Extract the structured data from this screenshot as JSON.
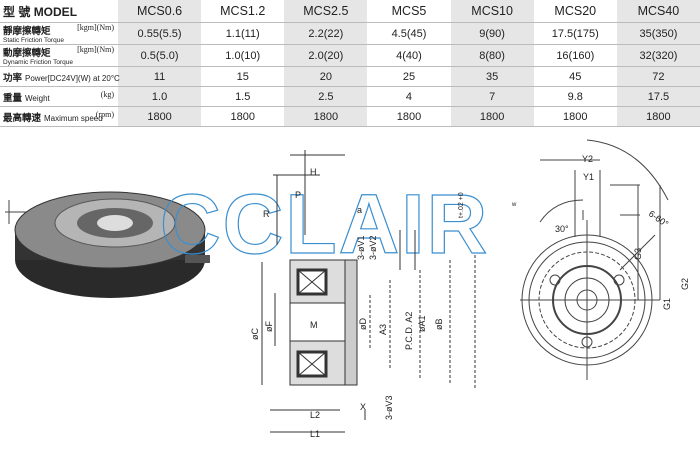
{
  "table": {
    "model_label_zh": "型 號",
    "model_label": "MODEL",
    "models": [
      "MCS0.6",
      "MCS1.2",
      "MCS2.5",
      "MCS5",
      "MCS10",
      "MCS20",
      "MCS40"
    ],
    "rows": [
      {
        "zh": "靜摩擦轉矩",
        "en": "Static Friction Torque",
        "unit": "[kgm](Nm)",
        "values": [
          "0.55(5.5)",
          "1.1(11)",
          "2.2(22)",
          "4.5(45)",
          "9(90)",
          "17.5(175)",
          "35(350)"
        ]
      },
      {
        "zh": "動摩擦轉矩",
        "en": "Dynamic Friction Torque",
        "unit": "[kgm](Nm)",
        "values": [
          "0.5(5.0)",
          "1.0(10)",
          "2.0(20)",
          "4(40)",
          "8(80)",
          "16(160)",
          "32(320)"
        ]
      },
      {
        "zh": "功率",
        "en": "Power[DC24V](W) at 20°C",
        "unit": "",
        "values": [
          "11",
          "15",
          "20",
          "25",
          "35",
          "45",
          "72"
        ]
      },
      {
        "zh": "重量",
        "en": "Weight",
        "unit": "(kg)",
        "values": [
          "1.0",
          "1.5",
          "2.5",
          "4",
          "7",
          "9.8",
          "17.5"
        ]
      },
      {
        "zh": "最高轉速",
        "en": "Maximum speed",
        "unit": "(rpm)",
        "values": [
          "1800",
          "1800",
          "1800",
          "1800",
          "1800",
          "1800",
          "1800"
        ]
      }
    ]
  },
  "watermark": "CCLAIR",
  "drawing": {
    "side": {
      "H": "H",
      "P": "P",
      "R": "R",
      "a": "a",
      "V1": "3-øV1",
      "V2": "3-øV2",
      "C": "øC",
      "F": "øF",
      "M": "M",
      "D": "øD",
      "A3": "A3",
      "A2": "P.C.D. A2",
      "A1": "øA1",
      "B": "øB",
      "V3": "3-øV3",
      "X": "X",
      "L2": "L2",
      "L1": "L1"
    },
    "key": {
      "tol": "t+.02 +0",
      "w": "w"
    },
    "front": {
      "Y2": "Y2",
      "Y1": "Y1",
      "angle30": "30°",
      "angle60": "6-60°",
      "G3": "G3",
      "G1": "G1",
      "G2": "G2"
    }
  },
  "colors": {
    "watermark": "#3a8fd0",
    "shade": "#e6e6e6"
  }
}
